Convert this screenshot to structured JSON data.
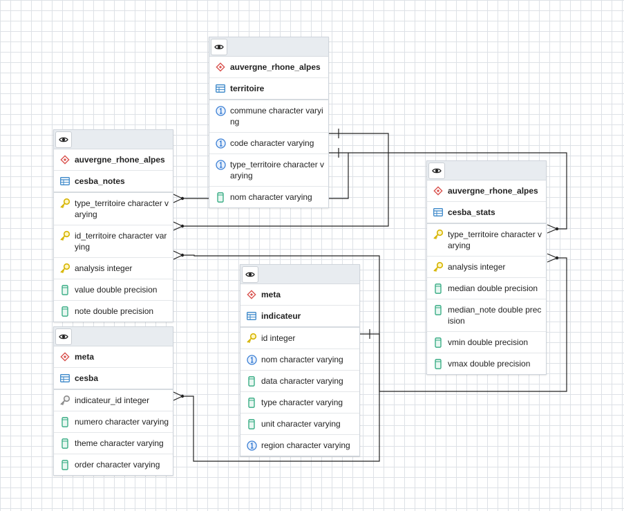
{
  "tables": [
    {
      "id": "territoire",
      "schema": "auvergne_rhone_alpes",
      "name": "territoire",
      "columns": [
        {
          "label": "commune character varying",
          "icon": "unique-key-icon"
        },
        {
          "label": "code character varying",
          "icon": "unique-key-icon"
        },
        {
          "label": "type_territoire character varying",
          "icon": "unique-key-icon"
        },
        {
          "label": "nom character varying",
          "icon": "column-icon"
        }
      ]
    },
    {
      "id": "cesba_notes",
      "schema": "auvergne_rhone_alpes",
      "name": "cesba_notes",
      "columns": [
        {
          "label": "type_territoire character varying",
          "icon": "primary-key-icon"
        },
        {
          "label": "id_territoire character varying",
          "icon": "primary-key-icon"
        },
        {
          "label": "analysis integer",
          "icon": "primary-key-icon"
        },
        {
          "label": "value double precision",
          "icon": "column-icon"
        },
        {
          "label": "note double precision",
          "icon": "column-icon"
        }
      ]
    },
    {
      "id": "cesba_stats",
      "schema": "auvergne_rhone_alpes",
      "name": "cesba_stats",
      "columns": [
        {
          "label": "type_territoire character varying",
          "icon": "primary-key-icon"
        },
        {
          "label": "analysis integer",
          "icon": "primary-key-icon"
        },
        {
          "label": "median double precision",
          "icon": "column-icon"
        },
        {
          "label": "median_note double precision",
          "icon": "column-icon"
        },
        {
          "label": "vmin double precision",
          "icon": "column-icon"
        },
        {
          "label": "vmax double precision",
          "icon": "column-icon"
        }
      ]
    },
    {
      "id": "indicateur",
      "schema": "meta",
      "name": "indicateur",
      "columns": [
        {
          "label": "id integer",
          "icon": "primary-key-icon"
        },
        {
          "label": "nom character varying",
          "icon": "unique-key-icon"
        },
        {
          "label": "data character varying",
          "icon": "column-icon"
        },
        {
          "label": "type character varying",
          "icon": "column-icon"
        },
        {
          "label": "unit character varying",
          "icon": "column-icon"
        },
        {
          "label": "region character varying",
          "icon": "unique-key-icon"
        }
      ]
    },
    {
      "id": "cesba",
      "schema": "meta",
      "name": "cesba",
      "columns": [
        {
          "label": "indicateur_id integer",
          "icon": "foreign-key-icon"
        },
        {
          "label": "numero character varying",
          "icon": "column-icon"
        },
        {
          "label": "theme character varying",
          "icon": "column-icon"
        },
        {
          "label": "order character varying",
          "icon": "column-icon"
        }
      ]
    }
  ],
  "colors": {
    "schema_icon": "#d9534f",
    "table_icon": "#3a87c9",
    "unique_icon": "#3a7fd5",
    "column_icon": "#2ea87e",
    "key_icon": "#d6b400",
    "fk_icon": "#8a8a8a",
    "edge": "#222222"
  }
}
